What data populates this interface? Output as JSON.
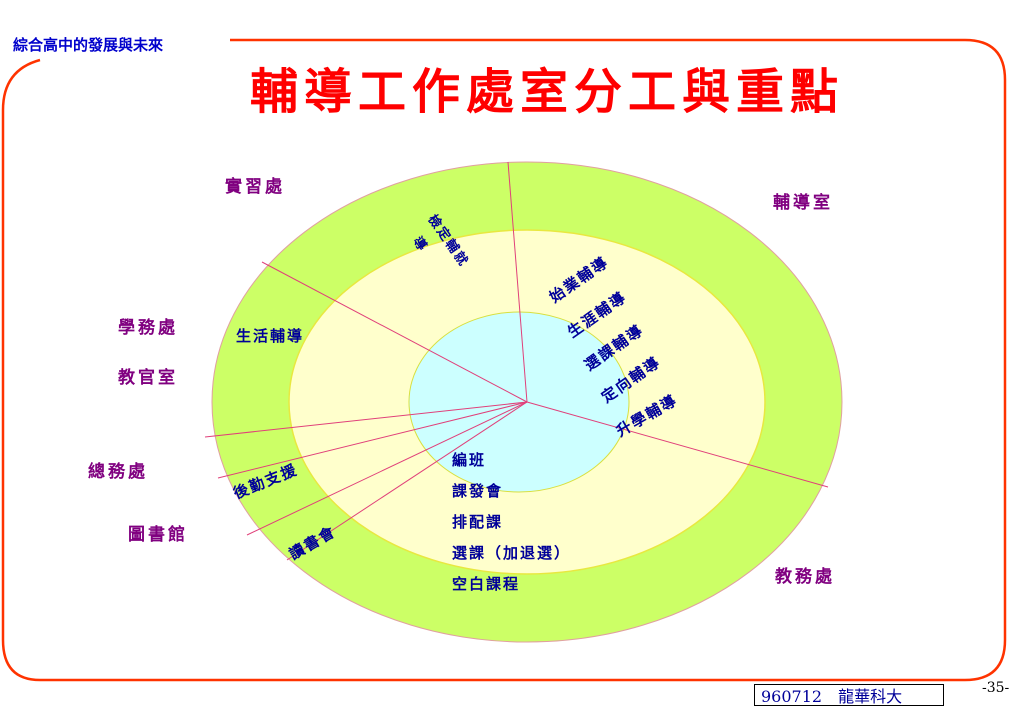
{
  "header": {
    "subtitle": "綜合高中的發展與未來"
  },
  "title": "輔導工作處室分工與重點",
  "departments": {
    "internship": "實習處",
    "counseling": "輔導室",
    "student_affairs": "學務處",
    "military_office": "教官室",
    "general_affairs": "總務處",
    "library": "圖書館",
    "academic_affairs": "教務處"
  },
  "tasks": {
    "certification_line1": "檢定輔就",
    "certification_line2": "導",
    "career_start": "始業輔導",
    "career_path": "生涯輔導",
    "course_selection": "選課輔導",
    "orientation": "定向輔導",
    "further_study": "升學輔導",
    "life_counseling": "生活輔導",
    "logistics": "後勤支援",
    "book_club": "讀書會",
    "academic_list": [
      "編班",
      "課發會",
      "排配課",
      "選課（加退選）",
      "空白課程"
    ]
  },
  "footer": {
    "label": "960712　龍華科大",
    "page": "-35-"
  },
  "colors": {
    "outer_ring": "#ccff66",
    "middle_ring": "#ffffcc",
    "inner_circle": "#ccffff",
    "frame": "#ff3300",
    "divider": "#e0407a",
    "title": "#ff0000",
    "department": "#800080",
    "task": "#000099"
  }
}
